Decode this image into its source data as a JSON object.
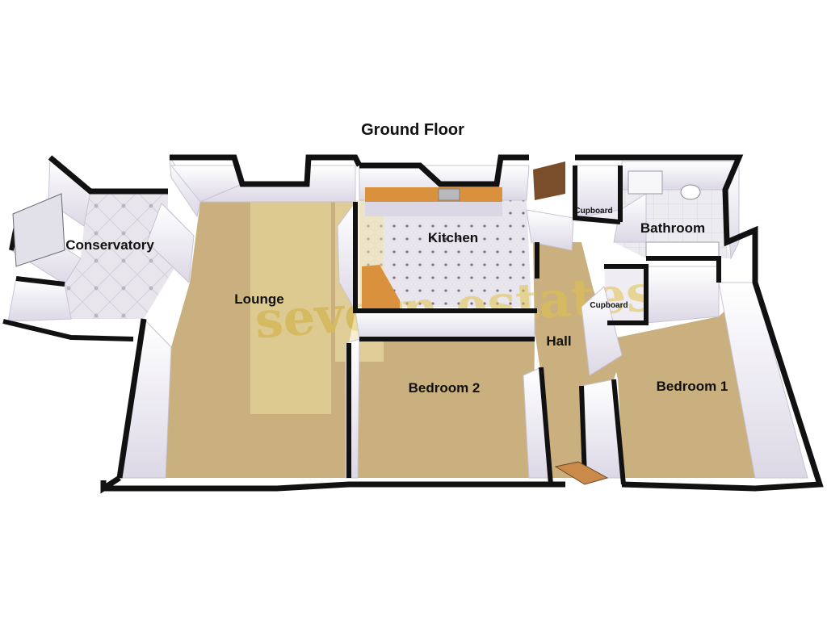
{
  "title": "Ground Floor",
  "rooms": {
    "conservatory": "Conservatory",
    "lounge": "Lounge",
    "kitchen": "Kitchen",
    "bathroom": "Bathroom",
    "cupboard_top": "Cupboard",
    "cupboard_bottom": "Cupboard",
    "hall": "Hall",
    "bedroom2": "Bedroom 2",
    "bedroom1": "Bedroom 1"
  },
  "watermark": "severn estates",
  "colors": {
    "carpet": "#c9b07e",
    "wall_side": "#f4f2f8",
    "wall_top": "#111111",
    "tile_floor": "#e6e3ea",
    "worktop": "#d9913e",
    "watermark": "#e8c94a"
  }
}
